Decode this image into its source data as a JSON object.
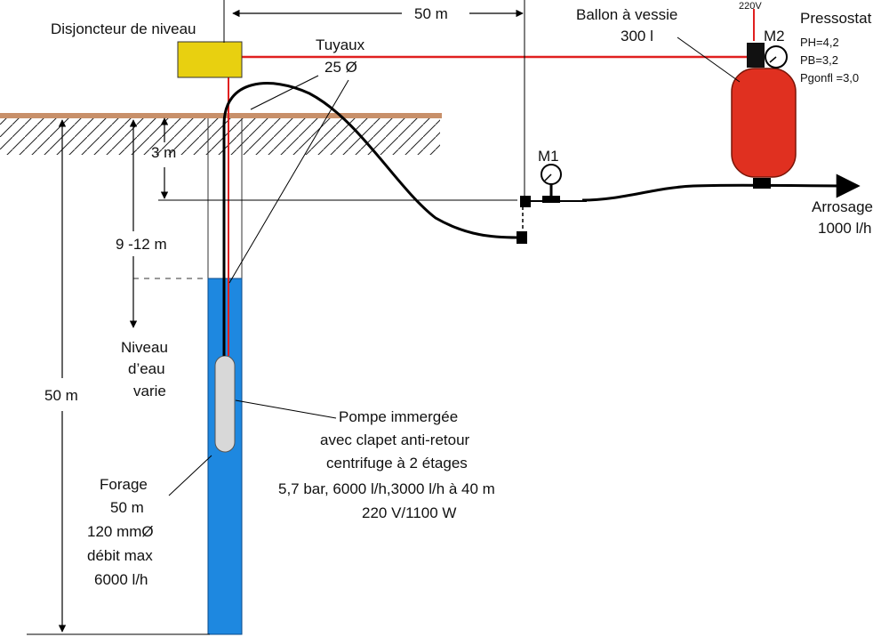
{
  "labels": {
    "disjoncteur": "Disjoncteur de niveau",
    "dist_top": "50 m",
    "ballon_l1": "Ballon à vessie",
    "ballon_l2": "300 l",
    "voltage": "220V",
    "pressostat": "Pressostat",
    "ph": "PH=4,2",
    "pb": "PB=3,2",
    "pgonfl": "Pgonfl =3,0",
    "m2": "M2",
    "m1": "M1",
    "tuyaux_l1": "Tuyaux",
    "tuyaux_l2": "25 Ø",
    "depth_3": "3 m",
    "depth_912": "9 -12 m",
    "depth_50": "50 m",
    "niveau_l1": "Niveau",
    "niveau_l2": "d’eau",
    "niveau_l3": "varie",
    "arrosage_l1": "Arrosage",
    "arrosage_l2": "1000 l/h",
    "pompe_l1": "Pompe immergée",
    "pompe_l2": "avec clapet anti-retour",
    "pompe_l3": "centrifuge à 2 étages",
    "pompe_l4": "5,7 bar, 6000 l/h,3000 l/h à 40 m",
    "pompe_l5": "220 V/1100 W",
    "forage_l1": "Forage",
    "forage_l2": "50 m",
    "forage_l3": "120 mmØ",
    "forage_l4": "débit max",
    "forage_l5": "6000 l/h"
  },
  "colors": {
    "ground": "#c8906a",
    "well": "#1e88e0",
    "wire": "#e02020",
    "tank": "#e03020",
    "breaker": "#e8d010",
    "pump": "#d8d8d8"
  }
}
